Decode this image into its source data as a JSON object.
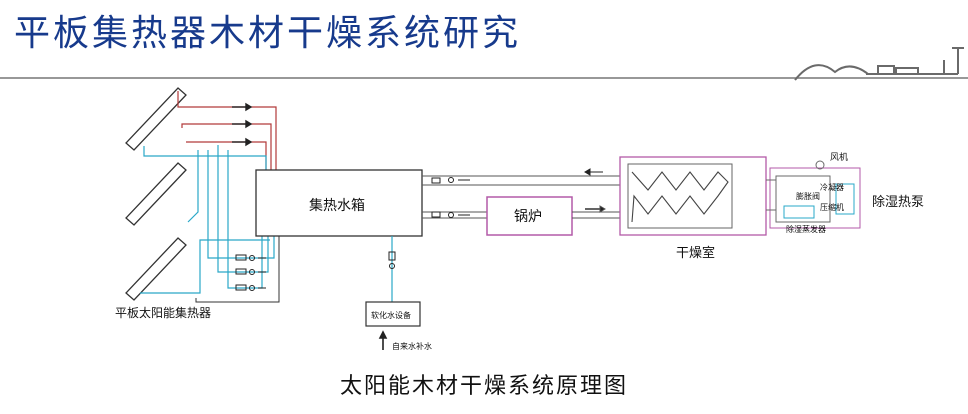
{
  "page": {
    "title": "平板集热器木材干燥系统研究",
    "caption": "太阳能木材干燥系统原理图"
  },
  "diagram": {
    "collector_label": "平板太阳能集热器",
    "tank_label": "集热水箱",
    "boiler_label": "锅炉",
    "dryer_label": "干燥室",
    "heatpump_label": "除湿热泵",
    "fan_label": "风机",
    "condenser_label": "冷凝器",
    "expansion_valve_label": "膨胀阀",
    "compressor_label": "压缩机",
    "evaporator_label": "除湿蒸发器",
    "softener_label": "软化水设备",
    "tapwater_label": "自来水补水"
  },
  "colors": {
    "title": "#173a8c",
    "hot_pipe": "#b23a3a",
    "cold_pipe": "#2aa8c8",
    "boiler_frame": "#b35aa8"
  }
}
